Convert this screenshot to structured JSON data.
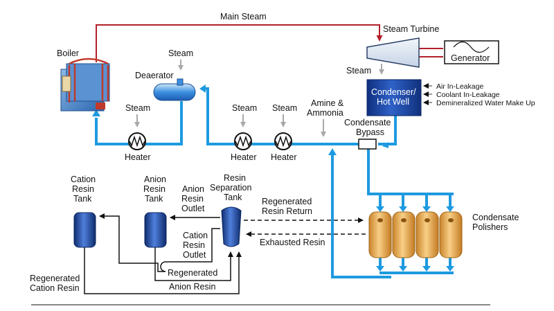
{
  "labels": {
    "main_steam": "Main Steam",
    "steam_turbine": "Steam Turbine",
    "generator": "Generator",
    "boiler": "Boiler",
    "steam_deaerator": "Steam",
    "deaerator": "Deaerator",
    "steam_condenser": "Steam",
    "condenser_line1": "Condenser/",
    "condenser_line2": "Hot Well",
    "air_inleakage": "Air In-Leakage",
    "coolant_inleakage": "Coolant In-Leakage",
    "demin_makeup": "Demineralized Water Make Up",
    "steam_heater1": "Steam",
    "heater1": "Heater",
    "steam_heater2": "Steam",
    "heater2": "Heater",
    "steam_heater3": "Steam",
    "heater3": "Heater",
    "amine_line1": "Amine &",
    "amine_line2": "Ammonia",
    "bypass_line1": "Condensate",
    "bypass_line2": "Bypass",
    "polishers_line1": "Condensate",
    "polishers_line2": "Polishers",
    "cation_tank_line1": "Cation",
    "cation_tank_line2": "Resin",
    "cation_tank_line3": "Tank",
    "anion_tank_line1": "Anion",
    "anion_tank_line2": "Resin",
    "anion_tank_line3": "Tank",
    "anion_outlet_line1": "Anion",
    "anion_outlet_line2": "Resin",
    "anion_outlet_line3": "Outlet",
    "sep_tank_line1": "Resin",
    "sep_tank_line2": "Separation",
    "sep_tank_line3": "Tank",
    "cation_outlet_line1": "Cation",
    "cation_outlet_line2": "Resin",
    "cation_outlet_line3": "Outlet",
    "regen_return_line1": "Regenerated",
    "regen_return_line2": "Resin Return",
    "exhausted_resin": "Exhausted Resin",
    "regen_anion_line1": "Regenerated",
    "regen_anion_line2": "Anion Resin",
    "regen_cation_line1": "Regenerated",
    "regen_cation_line2": "Cation Resin"
  },
  "colors": {
    "water": "#1e9ae0",
    "steam": "#b3202a",
    "grey_arrow": "#a8a8a8",
    "condenser": "#1a3f9a",
    "tank_blue": "#1f3f8f",
    "polisher": "#e9a646",
    "boiler": "#3e7fc4"
  }
}
